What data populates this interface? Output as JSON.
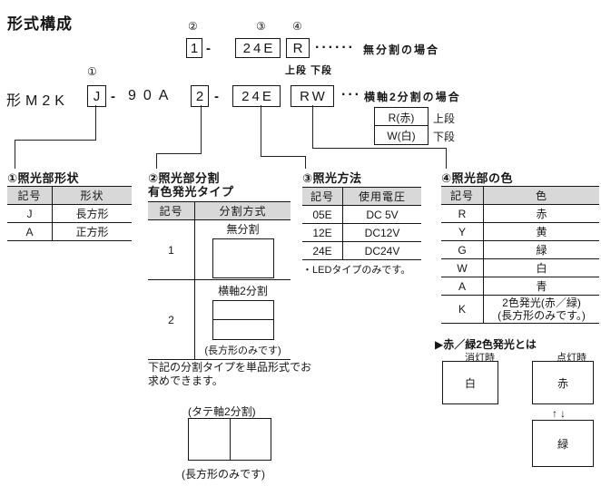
{
  "title": "形式構成",
  "colors": {
    "table_header_bg": "#d8d8d8",
    "line": "#222222",
    "text": "#161616"
  },
  "model_top": {
    "marker2": "②",
    "marker3": "③",
    "marker4": "④",
    "box_division": "1",
    "dash": "-",
    "box_voltage": "24E",
    "box_color": "R",
    "dots": "······",
    "note": "無分割の場合",
    "sub_label": "上段 下段"
  },
  "model_main": {
    "marker1": "①",
    "prefix": "形M2K",
    "box_shape": "J",
    "dash1": "-",
    "mid": "90A",
    "box_division": "2",
    "dash2": "-",
    "box_voltage": "24E",
    "box_color": "RW",
    "dots": "···",
    "note": "横軸2分割の場合"
  },
  "rw_legend": {
    "rows": [
      {
        "code": "R(赤)",
        "label": "上段"
      },
      {
        "code": "W(白)",
        "label": "下段"
      }
    ]
  },
  "section1": {
    "title": "①照光部形状",
    "table": {
      "headers": [
        "記号",
        "形状"
      ],
      "rows": [
        [
          "J",
          "長方形"
        ],
        [
          "A",
          "正方形"
        ]
      ]
    }
  },
  "section2": {
    "title_line1": "②照光部分割",
    "title_line2": "有色発光タイプ",
    "headers": [
      "記号",
      "分割方式"
    ],
    "row1": {
      "code": "1",
      "label": "無分割"
    },
    "row2": {
      "code": "2",
      "label": "横軸2分割",
      "note": "(長方形のみです)"
    },
    "footnote_line1": "下記の分割タイプを単品形式でお",
    "footnote_line2": "求めできます。",
    "extra": {
      "label": "(タテ軸2分割)",
      "note": "(長方形のみです)"
    }
  },
  "section3": {
    "title": "③照光方法",
    "table": {
      "headers": [
        "記号",
        "使用電圧"
      ],
      "rows": [
        [
          "05E",
          "DC 5V"
        ],
        [
          "12E",
          "DC12V"
        ],
        [
          "24E",
          "DC24V"
        ]
      ]
    },
    "note": "・LEDタイプのみです。"
  },
  "section4": {
    "title": "④照光部の色",
    "table": {
      "headers": [
        "記号",
        "色"
      ],
      "rows": [
        [
          "R",
          "赤"
        ],
        [
          "Y",
          "黄"
        ],
        [
          "G",
          "緑"
        ],
        [
          "W",
          "白"
        ],
        [
          "A",
          "青"
        ],
        [
          "K",
          "2色発光(赤／緑)\n(長方形のみです。)"
        ]
      ]
    },
    "two_color": {
      "bullet": "▶",
      "heading": "赤／緑2色発光とは",
      "off_label": "消灯時",
      "off_value": "白",
      "on_label": "点灯時",
      "on_value_top": "赤",
      "arrows": "↑↓",
      "on_value_bottom": "緑"
    }
  }
}
